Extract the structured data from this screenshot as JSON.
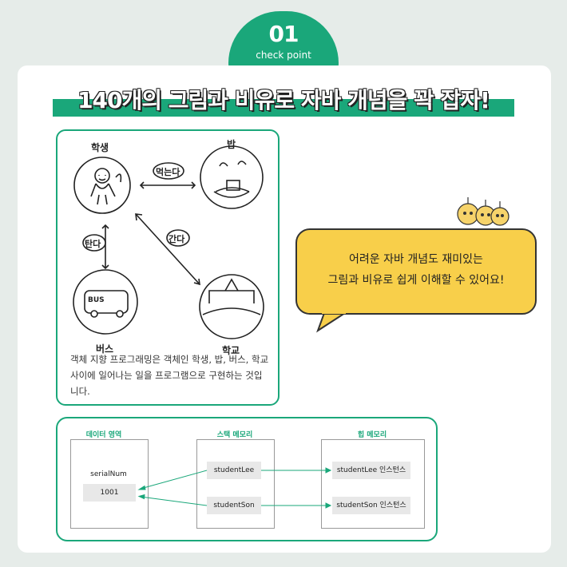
{
  "badge": {
    "number": "01",
    "caption": "check point"
  },
  "headline": "140개의 그림과 비유로 자바 개념을 꽉 잡자!",
  "illustration": {
    "student_label": "학생",
    "rice_label": "밥",
    "bus_label": "버스",
    "school_label": "학교",
    "eat_label": "먹는다",
    "ride_label": "탄다",
    "go_label": "간다",
    "bus_sign": "BUS",
    "description": "객체 지향 프로그래밍은 객체인 학생, 밥, 버스, 학교 사이에 일어나는 일을 프로그램으로 구현하는 것입니다."
  },
  "speech": {
    "line1": "어려운 자바 개념도 재미있는",
    "line2": "그림과 비유로 쉽게 이해할 수 있어요!"
  },
  "memory": {
    "data_area_title": "데이터 영역",
    "stack_title": "스택 메모리",
    "heap_title": "힙 메모리",
    "var_name": "serialNum",
    "var_value": "1001",
    "stack_items": [
      "studentLee",
      "studentSon"
    ],
    "heap_items": [
      "studentLee 인스턴스",
      "studentSon 인스턴스"
    ]
  },
  "colors": {
    "accent": "#1aa77a",
    "bubble": "#f8cf4a",
    "background": "#e6ece9"
  }
}
